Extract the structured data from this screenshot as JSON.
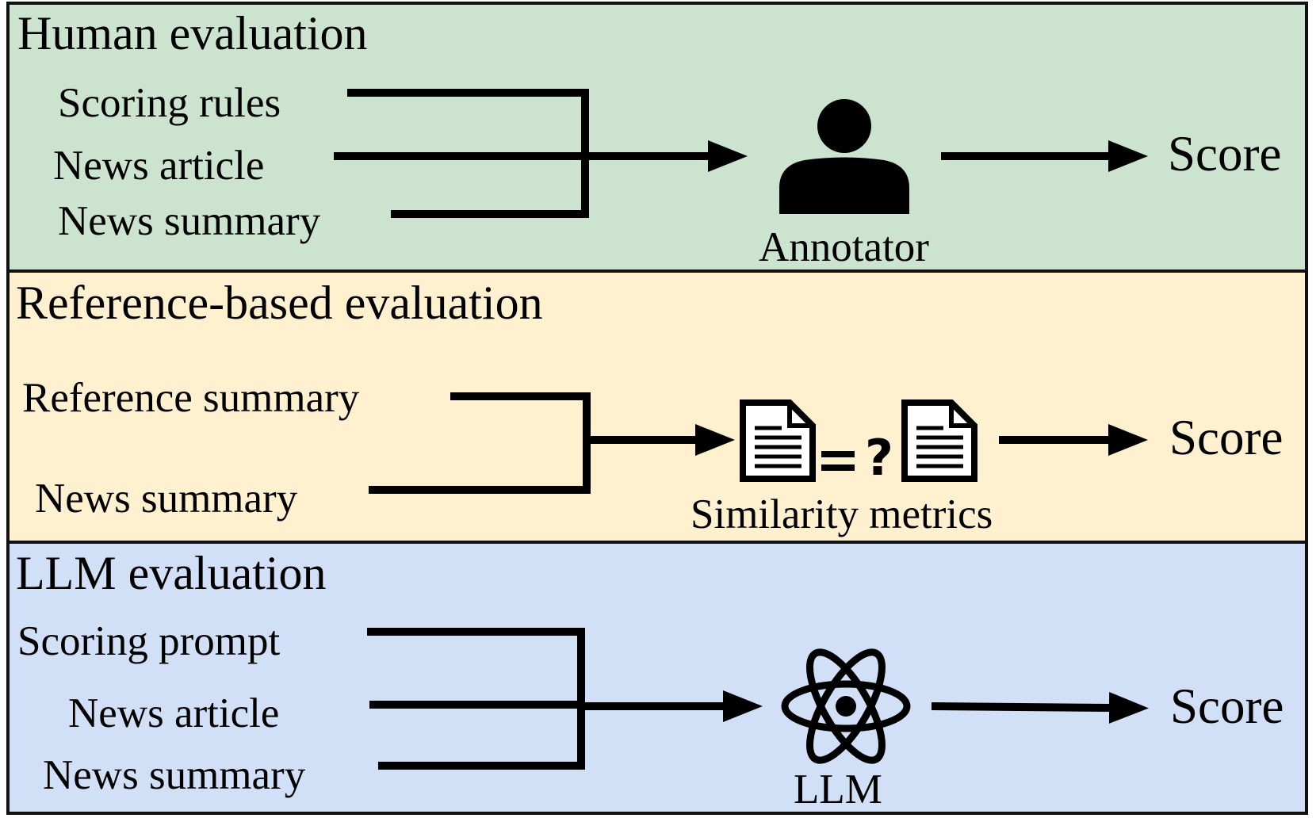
{
  "panels": {
    "human": {
      "title": "Human evaluation",
      "inputs": [
        "Scoring rules",
        "News article",
        "News summary"
      ],
      "evaluator": "Annotator",
      "output": "Score",
      "background": "#cce4cf",
      "icon": "person-icon"
    },
    "reference": {
      "title": "Reference-based evaluation",
      "inputs": [
        "Reference summary",
        "News summary"
      ],
      "evaluator": "Similarity metrics",
      "comparison": "=?",
      "output": "Score",
      "background": "#fff0cf",
      "icon": "document-compare-icon"
    },
    "llm": {
      "title": "LLM evaluation",
      "inputs": [
        "Scoring prompt",
        "News article",
        "News summary"
      ],
      "evaluator": "LLM",
      "output": "Score",
      "background": "#d1e0f7",
      "icon": "atom-icon"
    }
  }
}
